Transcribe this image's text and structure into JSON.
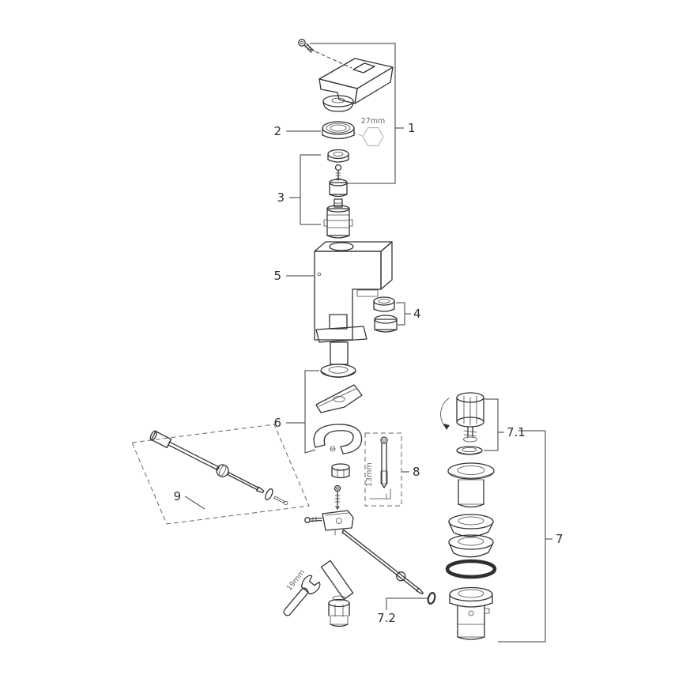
{
  "diagram": {
    "callouts": {
      "c1": "1",
      "c2": "2",
      "c3": "3",
      "c4": "4",
      "c5": "5",
      "c6": "6",
      "c7": "7",
      "c7_1": "7.1",
      "c7_2": "7.2",
      "c8": "8",
      "c9": "9"
    },
    "annotations": {
      "hex_key_size": "27mm",
      "bolt_size": "13mm",
      "wrench_size": "19mm"
    }
  }
}
